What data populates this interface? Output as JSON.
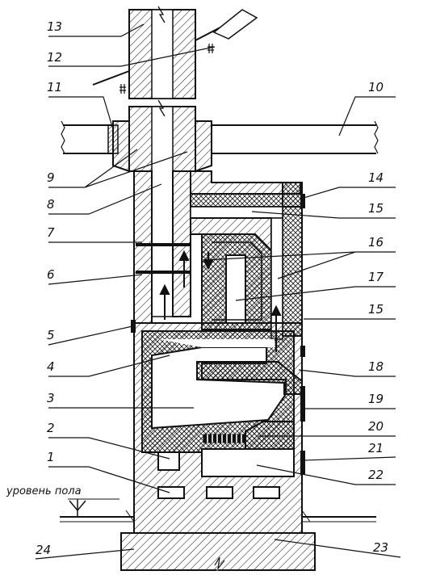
{
  "diagram": {
    "floor_label": "уровень пола",
    "callouts": [
      {
        "id": "1",
        "text": "1"
      },
      {
        "id": "2",
        "text": "2"
      },
      {
        "id": "3",
        "text": "3"
      },
      {
        "id": "4",
        "text": "4"
      },
      {
        "id": "5",
        "text": "5"
      },
      {
        "id": "6",
        "text": "6"
      },
      {
        "id": "7",
        "text": "7"
      },
      {
        "id": "8",
        "text": "8"
      },
      {
        "id": "9",
        "text": "9"
      },
      {
        "id": "10",
        "text": "10"
      },
      {
        "id": "11",
        "text": "11"
      },
      {
        "id": "12",
        "text": "12"
      },
      {
        "id": "13",
        "text": "13"
      },
      {
        "id": "14",
        "text": "14"
      },
      {
        "id": "15a",
        "text": "15"
      },
      {
        "id": "15b",
        "text": "15"
      },
      {
        "id": "16",
        "text": "16"
      },
      {
        "id": "17",
        "text": "17"
      },
      {
        "id": "18",
        "text": "18"
      },
      {
        "id": "19",
        "text": "19"
      },
      {
        "id": "20",
        "text": "20"
      },
      {
        "id": "21",
        "text": "21"
      },
      {
        "id": "22",
        "text": "22"
      },
      {
        "id": "23",
        "text": "23"
      },
      {
        "id": "24",
        "text": "24"
      }
    ],
    "colors": {
      "ink": "#111111",
      "paper": "#ffffff"
    }
  }
}
